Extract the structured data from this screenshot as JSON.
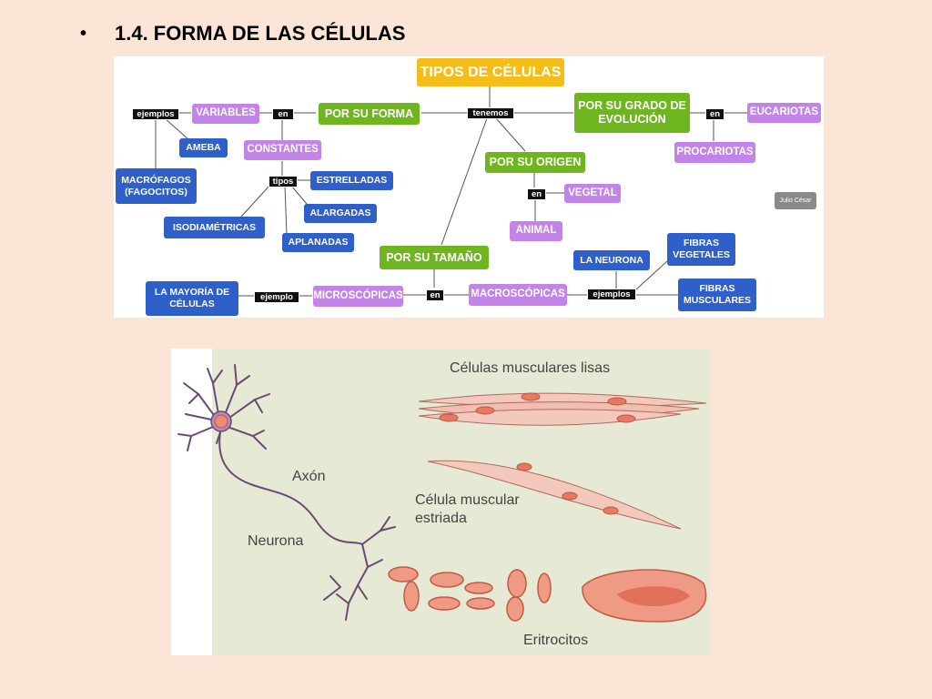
{
  "title": "1.4. FORMA DE LAS CÉLULAS",
  "concept_map": {
    "root": "TIPOS DE CÉLULAS",
    "linking_words": {
      "tenemos": "tenemos",
      "en": "en",
      "ejemplos": "ejemplos",
      "ejemplo": "ejemplo",
      "tipos": "tipos"
    },
    "forma": {
      "label": "POR SU FORMA",
      "variables": "VARIABLES",
      "ameba": "AMEBA",
      "macrofagos": "MACRÓFAGOS\n(FAGOCITOS)",
      "constantes": "CONSTANTES",
      "estrelladas": "ESTRELLADAS",
      "alargadas": "ALARGADAS",
      "aplanadas": "APLANADAS",
      "isodiametricas": "ISODIAMÉTRICAS"
    },
    "evolucion": {
      "label": "POR SU GRADO DE\nEVOLUCIÓN",
      "eucariotas": "EUCARIOTAS",
      "procariotas": "PROCARIOTAS"
    },
    "origen": {
      "label": "POR SU ORIGEN",
      "vegetal": "VEGETAL",
      "animal": "ANIMAL"
    },
    "tamano": {
      "label": "POR SU TAMAÑO",
      "microscopicas": "MICROSCÓPICAS",
      "mayoria": "LA MAYORÍA DE\nCÉLULAS",
      "macroscopicas": "MACROSCÓPICAS",
      "neurona": "LA NEURONA",
      "fibras_vegetales": "FIBRAS\nVEGETALES",
      "fibras_musculares": "FIBRAS\nMUSCULARES"
    },
    "credit": "Julio César"
  },
  "illustration": {
    "labels": {
      "lisas": "Células musculares lisas",
      "estriada": "Célula muscular\nestriada",
      "axon": "Axón",
      "neurona": "Neurona",
      "eritrocitos": "Eritrocitos"
    }
  },
  "colors": {
    "background": "#fbe5d6",
    "node_blue": "#2f5fc9",
    "node_green": "#6fb51f",
    "node_violet": "#c284e6",
    "node_gold": "#f5bd17"
  }
}
